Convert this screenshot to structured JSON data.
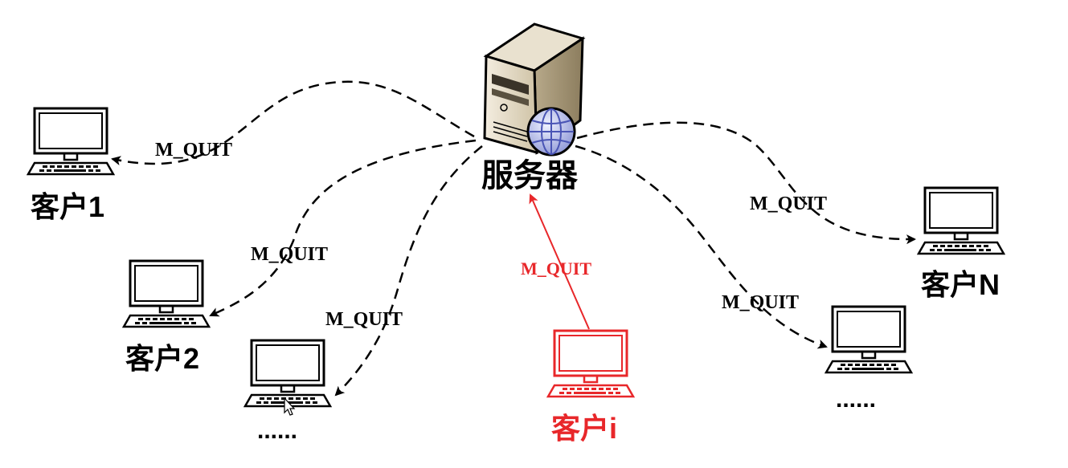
{
  "server": {
    "label": "服务器"
  },
  "clients": {
    "c1": {
      "label": "客户1"
    },
    "c2": {
      "label": "客户2"
    },
    "c3": {
      "label": "......"
    },
    "ci": {
      "label": "客户i"
    },
    "c5": {
      "label": "......"
    },
    "cn": {
      "label": "客户N"
    }
  },
  "messages": {
    "to_c1": "M_QUIT",
    "to_c2": "M_QUIT",
    "to_c3": "M_QUIT",
    "from_ci": "M_QUIT",
    "to_c5": "M_QUIT",
    "to_cn": "M_QUIT"
  },
  "colors": {
    "normal": "#000000",
    "highlight": "#e8272a"
  }
}
